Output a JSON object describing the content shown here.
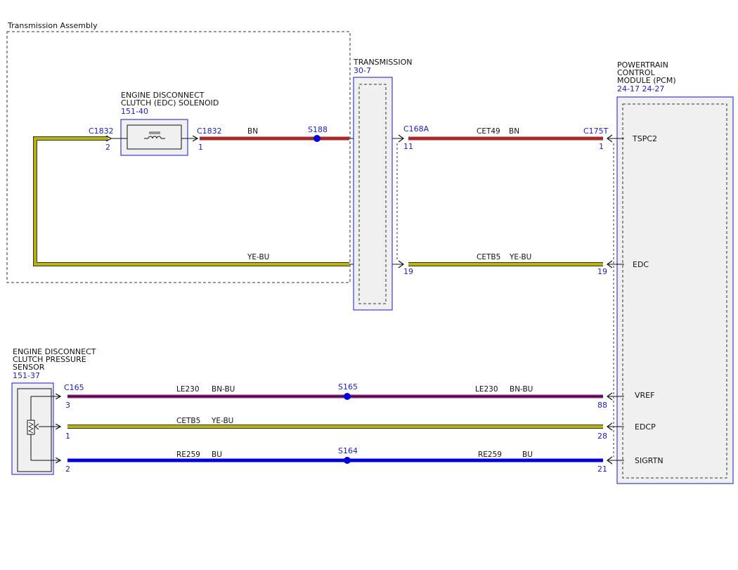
{
  "colors": {
    "brown": "#a52a2a",
    "yellow": "#e8e000",
    "blue": "#0000dd",
    "label_blue": "#1a1acc",
    "box_blue": "#3b3bd6",
    "module_fill": "#f0f0f0"
  },
  "assembly": {
    "label": "Transmission Assembly"
  },
  "solenoid": {
    "name_lines": [
      "ENGINE DISCONNECT",
      "CLUTCH (EDC) SOLENOID"
    ],
    "ref": "151-40",
    "conn_left": "C1832",
    "pin_left": "2",
    "conn_right": "C1832",
    "pin_right": "1",
    "icon": "coil-icon"
  },
  "transmission": {
    "name": "TRANSMISSION",
    "ref": "30-7"
  },
  "pcm": {
    "name_lines": [
      "POWERTRAIN",
      "CONTROL",
      "MODULE (PCM)"
    ],
    "ref": "24-17 24-27",
    "connector": "C175T",
    "pins": [
      {
        "label": "TSPC2",
        "pin": "1"
      },
      {
        "label": "EDC",
        "pin": "19"
      },
      {
        "label": "VREF",
        "pin": "88"
      },
      {
        "label": "EDCP",
        "pin": "28"
      },
      {
        "label": "SIGRTN",
        "pin": "21"
      }
    ]
  },
  "sensor": {
    "name_lines": [
      "ENGINE DISCONNECT",
      "CLUTCH PRESSURE",
      "SENSOR"
    ],
    "ref": "151-37",
    "connector": "C165",
    "pins": [
      "3",
      "1",
      "2"
    ],
    "icon": "pressure-sensor-icon"
  },
  "connector_c168a": {
    "name": "C168A",
    "pin_top": "11",
    "pin_bottom": "19"
  },
  "splices": {
    "s188": "S188",
    "s165": "S165",
    "s164": "S164"
  },
  "wires": {
    "bn": {
      "color_code": "BN"
    },
    "cet49": {
      "circuit": "CET49",
      "color_code": "BN"
    },
    "yebu_left": {
      "color_code": "YE-BU"
    },
    "cetb5_top": {
      "circuit": "CETB5",
      "color_code": "YE-BU"
    },
    "le230_left": {
      "circuit": "LE230",
      "color_code": "BN-BU"
    },
    "le230_right": {
      "circuit": "LE230",
      "color_code": "BN-BU"
    },
    "cetb5_bottom": {
      "circuit": "CETB5",
      "color_code": "YE-BU"
    },
    "re259_left": {
      "circuit": "RE259",
      "color_code": "BU"
    },
    "re259_right": {
      "circuit": "RE259",
      "color_code": "BU"
    }
  }
}
